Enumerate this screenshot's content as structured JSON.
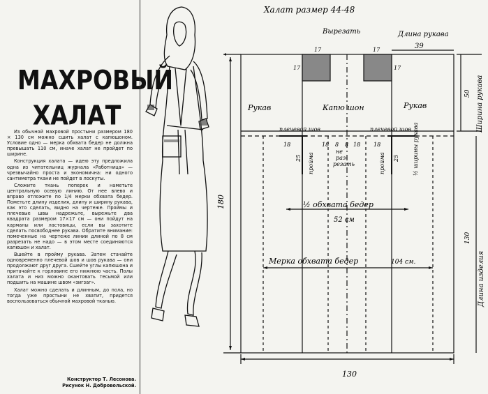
{
  "article": {
    "title_line1": "МАХРОВЫЙ",
    "title_line2": "ХАЛАТ",
    "paragraphs": [
      "Из обычной махровой простыни размером 180 × 130 см можно сшить халат с капюшоном. Условие одно — мерка обхвата бедер не должна превышать 110 см, иначе халат не пройдет по ширине.",
      "Конструкция халата — идею эту предложила одна из читательниц журнала «Работница» — чрезвычайно проста и экономична: ни одного сантиметра ткани не пойдет в лоскуты.",
      "Сложите ткань поперек и наметьте центральную осевую линию. От нее влево и вправо отложите по 1/4 мерки обхвата бедер. Пометьте длину изделия, длину и ширину рукава, как это сделать, видно на чертеже. Проймы и плечевые швы надрежьте, вырежьте два квадрата размером 17×17 см — они пойдут на карманы или ластовицы, если вы захотите сделать посвободнее рукава. Обратите внимание: помеченные на чертеже линии длиной по 8 см разрезать не надо — в этом месте соединяются капюшон и халат.",
      "Вшейте в пройму рукава. Затем стачайте одновременно плечевой шов и шов рукава — они продолжают друг друга. Сшейте углы капюшона и притачайте к горловине его нижнюю часть. Полы халата и низ можно окантовать тесьмой или подшить на машине швом «зигзаг».",
      "Халат можно сделать и длинным, до пола, но тогда уже простыни не хватит, придется воспользоваться обычной махровой тканью."
    ],
    "credit1": "Конструктор Т. Лесонова.",
    "credit2": "Рисунок Н. Добровольской."
  },
  "pattern": {
    "title": "Халат размер 44-48",
    "cut_label": "Вырезать",
    "sleeve_length": "Длина рукава",
    "sleeve_width": "Ширина рукава",
    "product_length": "Длина изделия",
    "sleeve_left": "Рукав",
    "hood": "Капю шон",
    "sleeve_right": "Рукав",
    "shoulder_seam_left": "плечевой шов",
    "shoulder_seam_right": "плечевой шов",
    "no_cut_1": "не",
    "no_cut_2": "раз-",
    "no_cut_3": "резать",
    "armhole_left": "пройма",
    "armhole_right": "пройма",
    "half_sleeve": "½ ширины рукава",
    "half_hip": "½ обхвата бедер",
    "half_hip_value": "52 см",
    "hip_measure": "Мерка обхвата бедер",
    "hip_value": "104 см.",
    "dim_17a": "17",
    "dim_17b": "17",
    "dim_17c": "17",
    "dim_17d": "17",
    "dim_39": "39",
    "dim_50": "50",
    "dim_180": "180",
    "dim_130_vert": "130",
    "dim_130": "130",
    "dim_25a": "25",
    "dim_25b": "25",
    "dim_18a": "18",
    "dim_18b": "18",
    "dim_18c": "18",
    "dim_18d": "18",
    "dim_8a": "8",
    "dim_8b": "8"
  }
}
